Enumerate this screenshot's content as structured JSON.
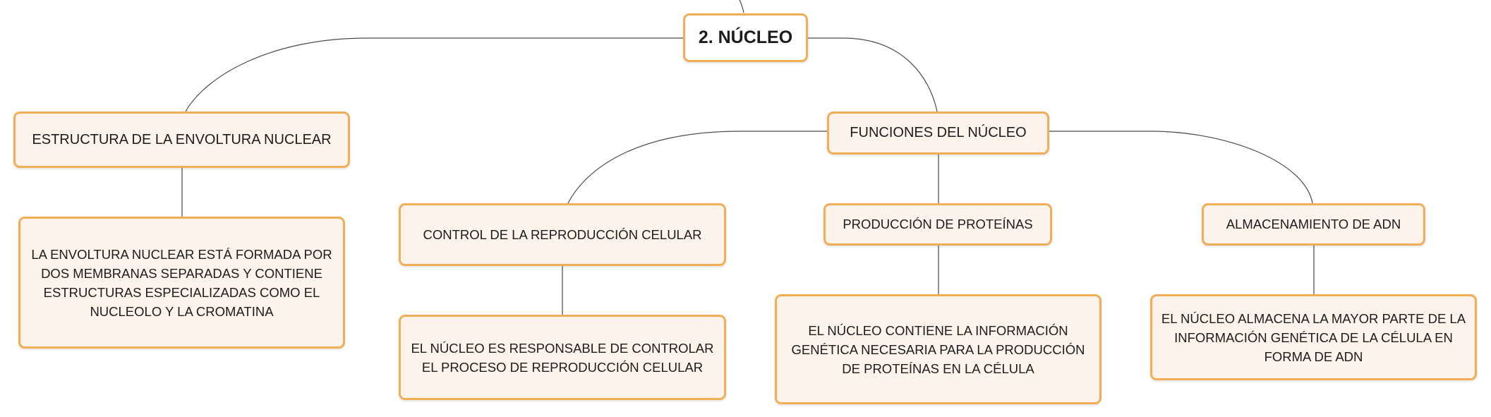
{
  "diagram": {
    "root": {
      "label": "2. NÚCLEO"
    },
    "branches": [
      {
        "label": "ESTRUCTURA DE LA ENVOLTURA NUCLEAR",
        "detail": "LA ENVOLTURA NUCLEAR ESTÁ FORMADA POR DOS MEMBRANAS SEPARADAS Y CONTIENE ESTRUCTURAS ESPECIALIZADAS COMO EL NUCLEOLO Y LA CROMATINA"
      },
      {
        "label": "FUNCIONES DEL NÚCLEO",
        "children": [
          {
            "label": "CONTROL DE LA REPRODUCCIÓN CELULAR",
            "detail": "EL NÚCLEO ES RESPONSABLE DE CONTROLAR EL PROCESO DE REPRODUCCIÓN CELULAR"
          },
          {
            "label": "PRODUCCIÓN DE PROTEÍNAS",
            "detail": "EL NÚCLEO CONTIENE LA INFORMACIÓN GENÉTICA NECESARIA PARA LA PRODUCCIÓN DE PROTEÍNAS EN LA CÉLULA"
          },
          {
            "label": "ALMACENAMIENTO DE ADN",
            "detail": "EL NÚCLEO ALMACENA LA MAYOR PARTE DE LA INFORMACIÓN GENÉTICA DE LA CÉLULA EN FORMA DE ADN"
          }
        ]
      }
    ]
  },
  "colors": {
    "node_border": "#f2ad56",
    "node_fill": "#fdf3ea",
    "connector": "#4a4a4a"
  }
}
